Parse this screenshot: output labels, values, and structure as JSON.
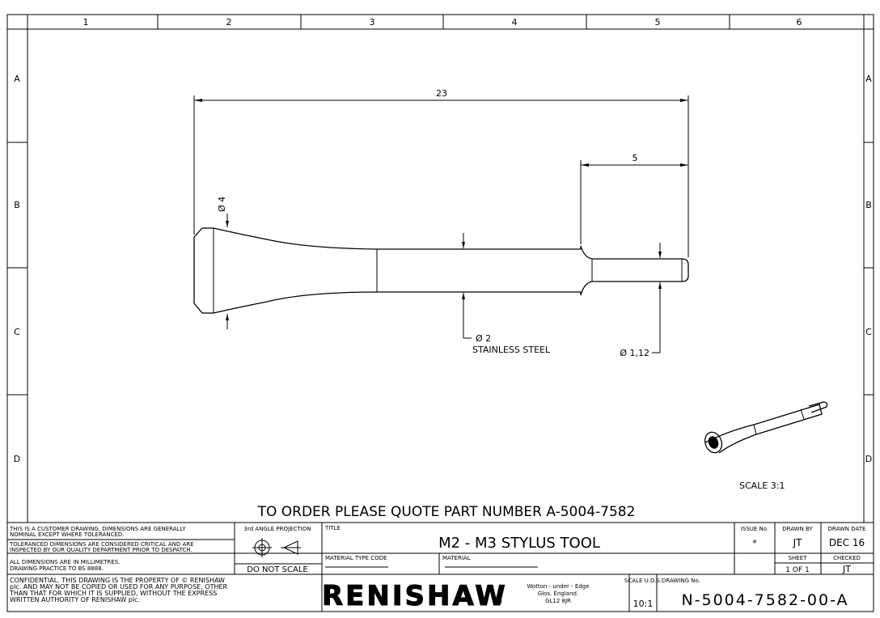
{
  "border": {
    "columns": [
      "1",
      "2",
      "3",
      "4",
      "5",
      "6"
    ],
    "rows": [
      "A",
      "B",
      "C",
      "D"
    ]
  },
  "drawing": {
    "dim_overall": "23",
    "dim_tip_length": "5",
    "dim_head_dia": "Ø 4",
    "dim_shank_dia": "Ø 2",
    "dim_tip_dia": "Ø 1,12",
    "material_note": "STAINLESS STEEL",
    "iso_scale": "SCALE 3:1"
  },
  "order_note": "TO ORDER PLEASE QUOTE PART NUMBER A-5004-7582",
  "title_block": {
    "note_customer": [
      "THIS IS A CUSTOMER DRAWING. DIMENSIONS ARE GENERALLY",
      "NOMINAL EXCEPT WHERE TOLERANCED."
    ],
    "note_tolerance": [
      "TOLERANCED DIMENSIONS ARE CONSIDERED CRITICAL AND ARE",
      "INSPECTED BY OUR QUALITY DEPARTMENT PRIOR TO DESPATCH."
    ],
    "note_units": [
      "ALL DIMENSIONS ARE IN MILLIMETRES.",
      "DRAWING PRACTICE TO BS 8888."
    ],
    "projection_label": "3rd ANGLE PROJECTION",
    "do_not_scale": "DO NOT SCALE",
    "confidential": [
      "CONFIDENTIAL. THIS DRAWING IS THE PROPERTY OF © RENISHAW",
      "plc. AND MAY NOT BE COPIED OR USED FOR ANY PURPOSE, OTHER",
      "THAN THAT FOR WHICH IT IS SUPPLIED, WITHOUT THE EXPRESS",
      "WRITTEN AUTHORITY OF RENISHAW plc."
    ],
    "title_label": "TITLE",
    "title": "M2 - M3 STYLUS TOOL",
    "material_type_label": "MATERIAL TYPE CODE",
    "material_label": "MATERIAL",
    "issue_label": "ISSUE No.",
    "issue_value": "*",
    "drawn_by_label": "DRAWN BY",
    "drawn_by": "JT",
    "drawn_date_label": "DRAWN DATE",
    "drawn_date": "DEC 16",
    "sheet_label": "SHEET",
    "sheet_value": "1 OF 1",
    "checked_label": "CHECKED",
    "checked_value": "JT",
    "company": "RENISHAW",
    "registered_mark": "®",
    "address": [
      "Wotton - under - Edge",
      "Glos. England.",
      "GL12 8JR"
    ],
    "scale_label": "SCALE U.O.S.",
    "scale_value": "10:1",
    "drawing_no_label": "DRAWING No.",
    "drawing_no": "N-5004-7582-00-A"
  }
}
